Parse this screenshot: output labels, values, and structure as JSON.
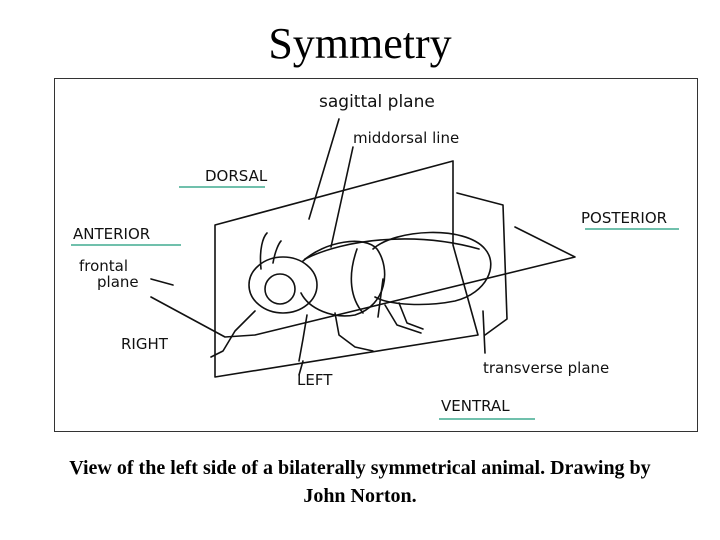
{
  "title": "Symmetry",
  "diagram": {
    "labels": {
      "sagittal_plane": "sagittal plane",
      "middorsal_line": "middorsal line",
      "dorsal": "DORSAL",
      "anterior": "ANTERIOR",
      "posterior": "POSTERIOR",
      "frontal_plane_1": "frontal",
      "frontal_plane_2": "plane",
      "right": "RIGHT",
      "left": "LEFT",
      "transverse_plane": "transverse plane",
      "ventral": "VENTRAL"
    },
    "underline_color": "#1a9a7a"
  },
  "caption": {
    "line1": "View of the left side of a bilaterally symmetrical animal.  Drawing by",
    "line2": "John Norton."
  }
}
